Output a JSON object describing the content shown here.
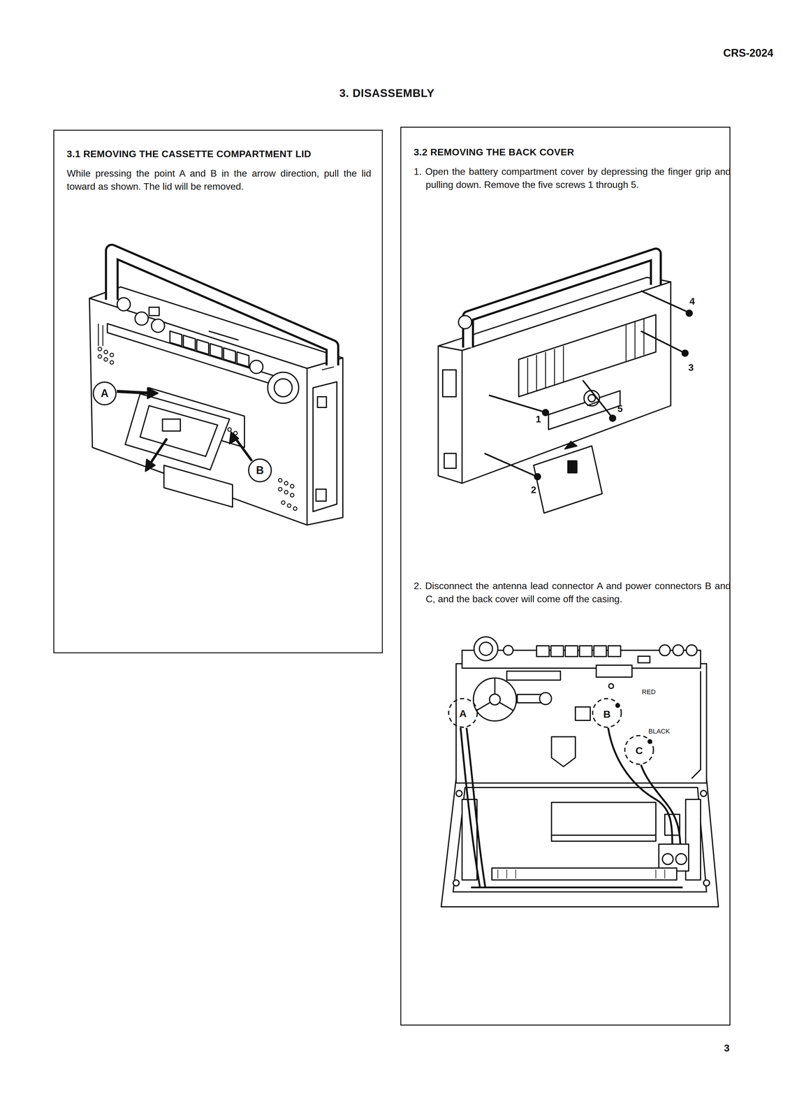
{
  "diagram": {
    "title": "3. DISASSEMBLY",
    "nodes": [
      {
        "text": [
          "3.1 REMOVING THE CASSETTE COMPARTMENT LID",
          "While pressing the point A and B in the arrow direction, pull the lid toward as shown. The lid will be removed."
        ]
      },
      {
        "text": [
          "3.2 REMOVING THE BACK COVER",
          "1. Open the battery compartment cover by depressing the finger grip and pulling down. Remove the five screws 1 through 5.",
          "2. Disconnect the antenna lead connector A and power connectors B and C, and the back cover will come off the casing."
        ]
      }
    ],
    "labels": [
      "CRS-2024",
      "A",
      "B",
      "4",
      "3",
      "1",
      "5",
      "2",
      "A",
      "RED",
      "B",
      "BLACK",
      "C",
      "3"
    ]
  }
}
